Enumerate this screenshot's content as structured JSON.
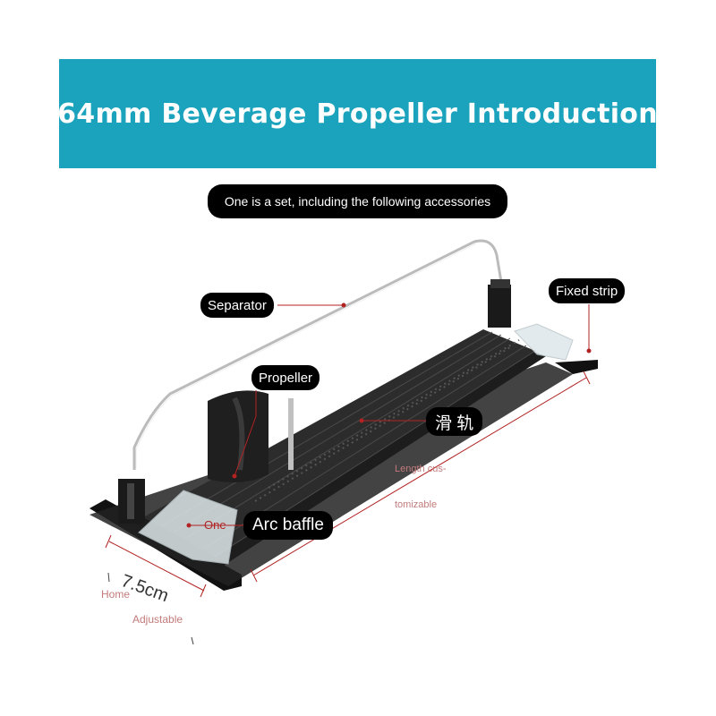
{
  "banner": {
    "title": "64mm Beverage Propeller Introduction",
    "background": "#1ba3bd"
  },
  "subtitle": "One is a set, including the following accessories",
  "callouts": {
    "separator": "Separator",
    "fixed_strip": "Fixed strip",
    "propeller": "Propeller",
    "slide_rail": "滑 轨",
    "arc_baffle": "Arc baffle"
  },
  "annotations": {
    "length_line1": "Length cus-",
    "length_line2": "tomizable",
    "one": "One",
    "width": "7.5cm",
    "home": "Home",
    "adjustable": "Adjustable"
  },
  "colors": {
    "leader_line": "#b22222",
    "faint_text": "#c27a7a",
    "rail": "#1a1a1a"
  }
}
